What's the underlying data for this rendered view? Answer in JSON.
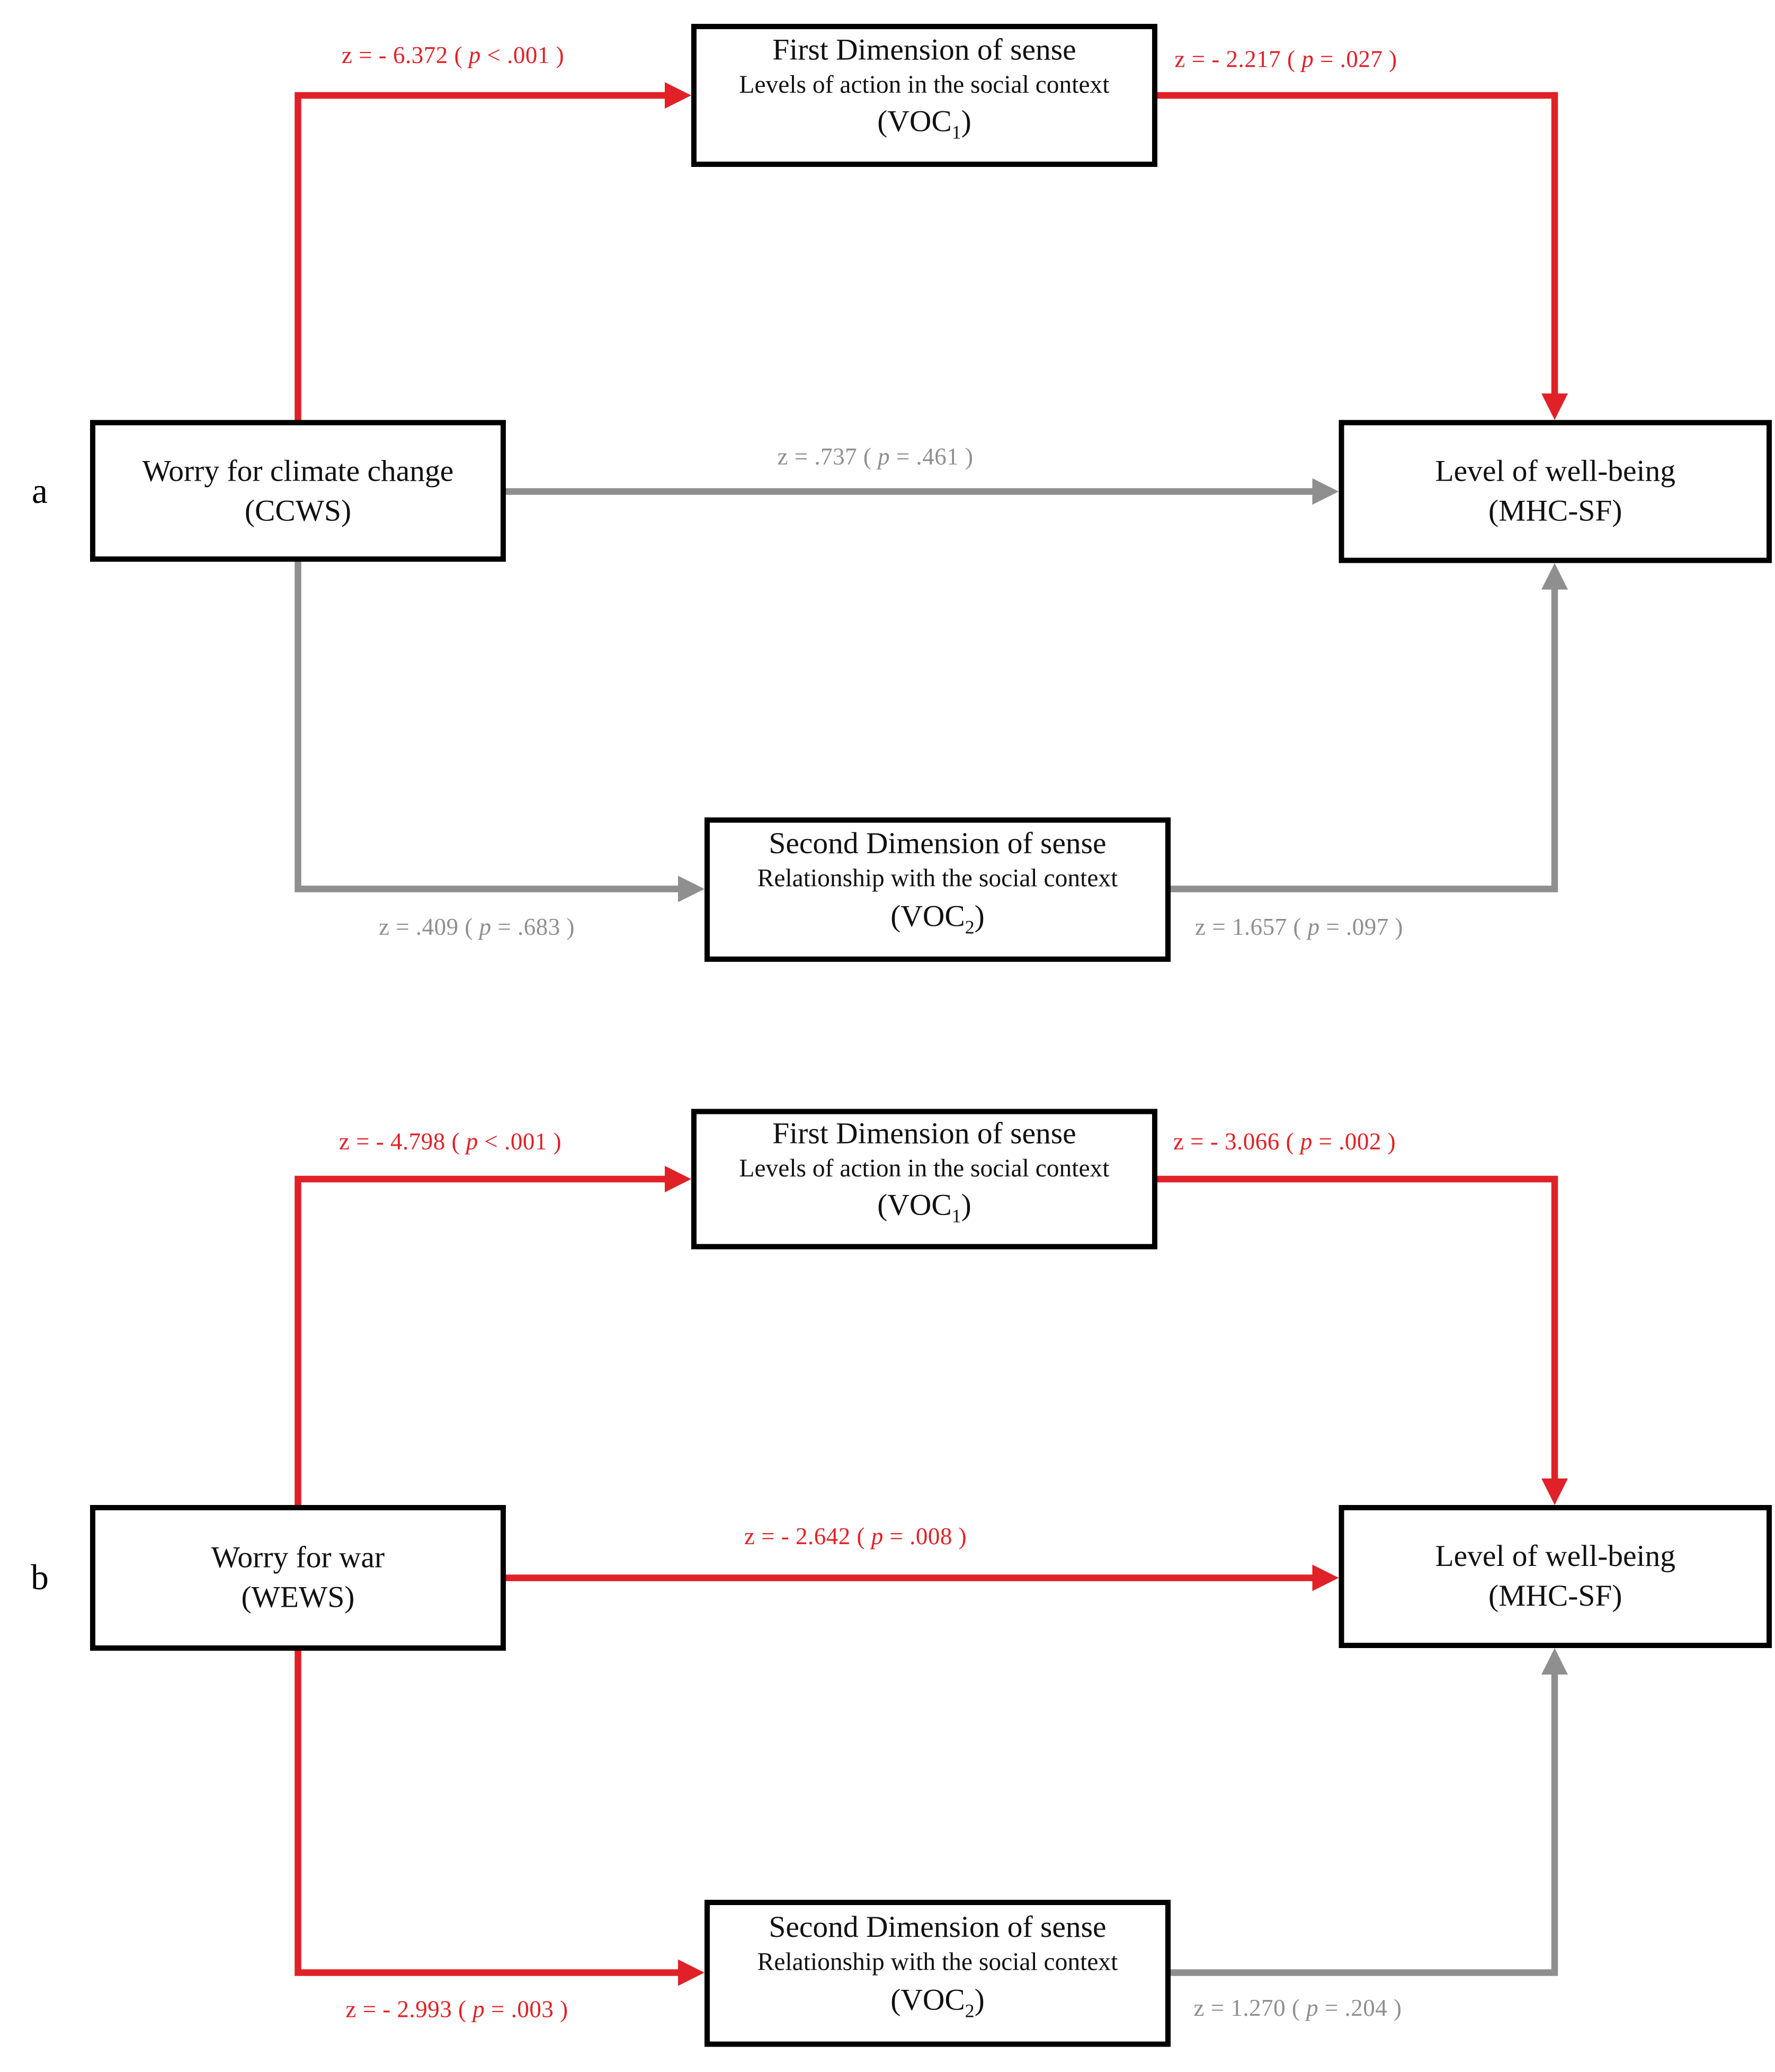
{
  "colors": {
    "significant": "#e02127",
    "nonsignificant": "#8f8f8f",
    "box_border": "#000000",
    "box_text": "#111111"
  },
  "panels": [
    {
      "tag": "a",
      "predictor": {
        "line1": "Worry for climate change",
        "line2": "(CCWS)"
      },
      "mediator1": {
        "line1": "First Dimension of sense",
        "line2": "Levels of action in the social context",
        "acr_pre": "(VOC",
        "acr_sub": "1",
        "acr_post": ")"
      },
      "mediator2": {
        "line1": "Second Dimension of sense",
        "line2": "Relationship with the social context",
        "acr_pre": "(VOC",
        "acr_sub": "2",
        "acr_post": ")"
      },
      "outcome": {
        "line1": "Level of well-being",
        "line2": "(MHC-SF)"
      },
      "paths": {
        "x_m1": {
          "pre": "z = - 6.372 (",
          "var": "p",
          "post": "< .001 )",
          "significant": true
        },
        "m1_y": {
          "pre": "z = - 2.217 (",
          "var": "p",
          "post": "= .027 )",
          "significant": true
        },
        "x_y": {
          "pre": "z = .737 (",
          "var": "p",
          "post": "= .461 )",
          "significant": false
        },
        "x_m2": {
          "pre": "z = .409 (",
          "var": "p",
          "post": "= .683 )",
          "significant": false
        },
        "m2_y": {
          "pre": "z = 1.657 (",
          "var": "p",
          "post": "= .097 )",
          "significant": false
        }
      }
    },
    {
      "tag": "b",
      "predictor": {
        "line1": "Worry for war",
        "line2": "(WEWS)"
      },
      "mediator1": {
        "line1": "First Dimension of sense",
        "line2": "Levels of action in the social context",
        "acr_pre": "(VOC",
        "acr_sub": "1",
        "acr_post": ")"
      },
      "mediator2": {
        "line1": "Second Dimension of sense",
        "line2": "Relationship with the social context",
        "acr_pre": "(VOC",
        "acr_sub": "2",
        "acr_post": ")"
      },
      "outcome": {
        "line1": "Level of well-being",
        "line2": "(MHC-SF)"
      },
      "paths": {
        "x_m1": {
          "pre": "z = - 4.798 (",
          "var": "p",
          "post": "< .001 )",
          "significant": true
        },
        "m1_y": {
          "pre": "z = - 3.066 (",
          "var": "p",
          "post": "= .002 )",
          "significant": true
        },
        "x_y": {
          "pre": "z = - 2.642 (",
          "var": "p",
          "post": "= .008 )",
          "significant": true
        },
        "x_m2": {
          "pre": "z = - 2.993 (",
          "var": "p",
          "post": "= .003 )",
          "significant": true
        },
        "m2_y": {
          "pre": "z = 1.270 (",
          "var": "p",
          "post": "= .204 )",
          "significant": false
        }
      }
    }
  ]
}
